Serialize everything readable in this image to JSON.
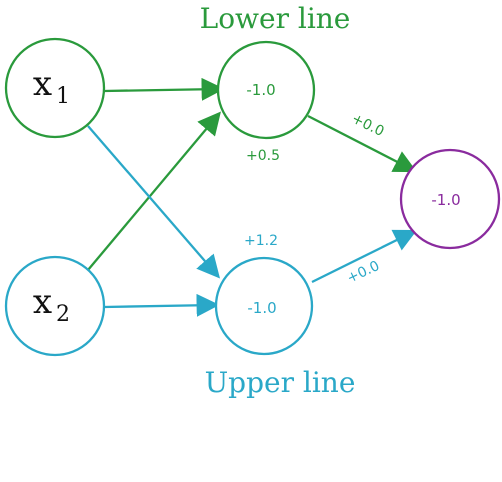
{
  "diagram": {
    "titles": {
      "lower": "Lower line",
      "upper": "Upper line"
    },
    "inputs": {
      "x1": {
        "main": "x",
        "sub": "1"
      },
      "x2": {
        "main": "x",
        "sub": "2"
      }
    },
    "nodes": {
      "lower_hidden": "-1.0",
      "upper_hidden": "-1.0",
      "output": "-1.0"
    },
    "weights": {
      "lower_hidden_bias": "+0.5",
      "upper_hidden_bias": "+1.2",
      "lower_to_output": "+0.0",
      "upper_to_output": "+0.0"
    }
  },
  "colors": {
    "green": "#2a9a3c",
    "blue": "#2aa8c8",
    "purple": "#8a2b9e",
    "text": "#111111"
  }
}
